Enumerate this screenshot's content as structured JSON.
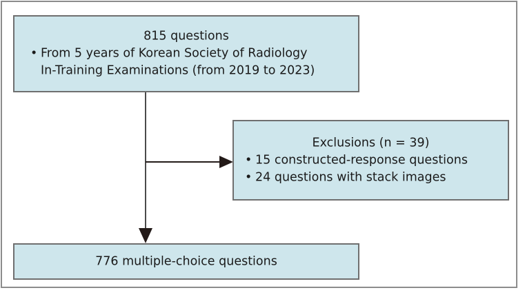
{
  "figure": {
    "type": "flowchart",
    "orientation": "vertical-with-side-branch",
    "colors": {
      "box_fill": "#cee6ec",
      "box_border": "#6f6f6f",
      "frame_border": "#8c8c8c",
      "text": "#1a1a1a",
      "arrow": "#231a18"
    }
  },
  "nodes": {
    "source": {
      "title": "815 questions",
      "bullets": [
        {
          "line1": "From 5 years of Korean Society of Radiology",
          "line2": "In-Training Examinations (from 2019 to 2023)"
        }
      ],
      "count": "815",
      "marker": "•"
    },
    "exclusions": {
      "title": "Exclusions (n = 39)",
      "count": "39",
      "bullets": [
        "15 constructed-response questions",
        "24 questions with stack images"
      ],
      "marker": "•"
    },
    "included": {
      "title": "776 multiple-choice questions",
      "count": "776"
    }
  },
  "connectors": [
    {
      "name": "source-to-included",
      "direction": "down",
      "from": "source",
      "to": "included"
    },
    {
      "name": "source-to-exclusions",
      "direction": "right",
      "from": "source",
      "to": "exclusions"
    }
  ]
}
